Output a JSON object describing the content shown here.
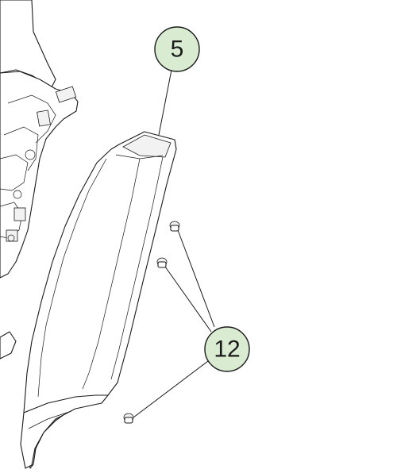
{
  "callouts": [
    {
      "id": "callout-5",
      "label": "5"
    },
    {
      "id": "callout-12",
      "label": "12"
    }
  ],
  "colors": {
    "callout_fill": "#d9ecd2",
    "line": "#1a1a1a",
    "background": "#ffffff"
  }
}
